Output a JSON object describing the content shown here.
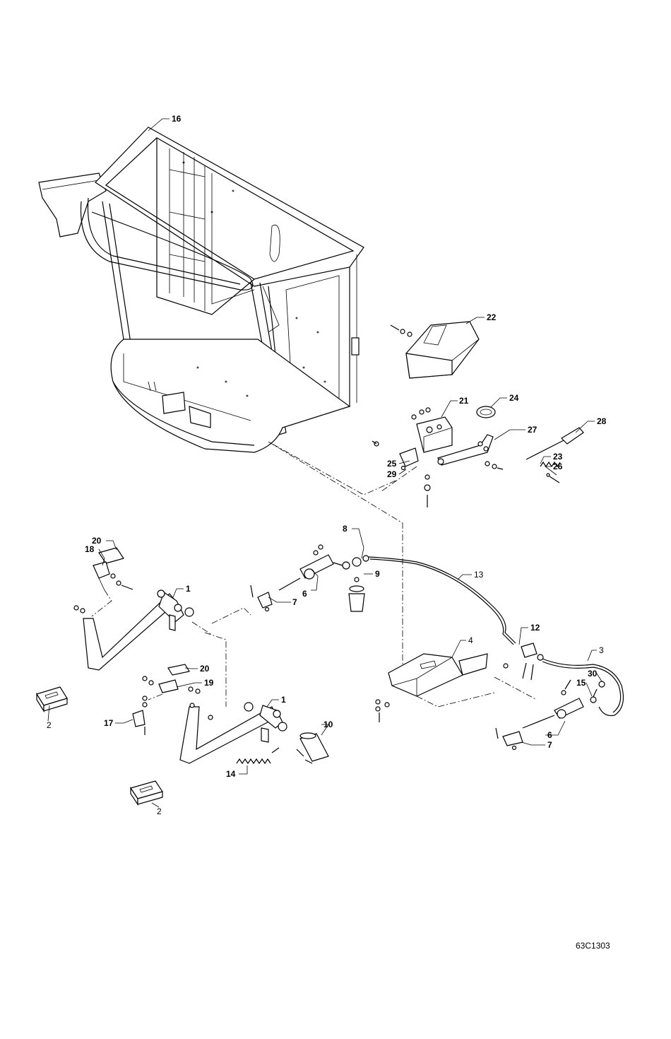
{
  "labels": {
    "p16": "16",
    "p22": "22",
    "p24": "24",
    "p21": "21",
    "p28": "28",
    "p27": "27",
    "p23": "23",
    "p26": "26",
    "p25": "25",
    "p29": "29",
    "p8": "8",
    "p20a": "20",
    "p18": "18",
    "p1a": "1",
    "p6a": "6",
    "p7a": "7",
    "p9": "9",
    "p13": "13",
    "p12": "12",
    "p4": "4",
    "p3": "3",
    "p20b": "20",
    "p19": "19",
    "p1b": "1",
    "p10": "10",
    "p17": "17",
    "p14": "14",
    "p2a": "2",
    "p2b": "2",
    "p30": "30",
    "p15": "15",
    "p6b": "6",
    "p7b": "7"
  },
  "drawing_code": "63C1303",
  "parts": [
    {
      "name": "cab-frame",
      "callout": "16"
    },
    {
      "name": "console-cover",
      "callout": "22"
    },
    {
      "name": "grommet",
      "callout": "24"
    },
    {
      "name": "lever-bracket",
      "callout": "21"
    },
    {
      "name": "lever-knob",
      "callout": "28"
    },
    {
      "name": "control-lever",
      "callout": "27"
    },
    {
      "name": "spring",
      "callout": "23"
    },
    {
      "name": "pin",
      "callout": "26"
    },
    {
      "name": "clip-bracket",
      "callout": "25"
    },
    {
      "name": "bolt",
      "callout": "29"
    },
    {
      "name": "hose-fitting",
      "callout": "8"
    },
    {
      "name": "pedal-pad",
      "callout": "20"
    },
    {
      "name": "pad-bracket",
      "callout": "18"
    },
    {
      "name": "pedal-arm",
      "callout": "1"
    },
    {
      "name": "master-cylinder",
      "callout": "6"
    },
    {
      "name": "clevis",
      "callout": "7"
    },
    {
      "name": "reservoir",
      "callout": "9"
    },
    {
      "name": "brake-line",
      "callout": "13"
    },
    {
      "name": "tee-fitting",
      "callout": "12"
    },
    {
      "name": "mounting-plate",
      "callout": "4"
    },
    {
      "name": "hose",
      "callout": "3"
    },
    {
      "name": "switch-bracket",
      "callout": "19"
    },
    {
      "name": "pivot-shaft",
      "callout": "10"
    },
    {
      "name": "switch",
      "callout": "17"
    },
    {
      "name": "return-spring",
      "callout": "14"
    },
    {
      "name": "floor-pad",
      "callout": "2"
    },
    {
      "name": "elbow-fitting",
      "callout": "30"
    },
    {
      "name": "fitting",
      "callout": "15"
    }
  ]
}
